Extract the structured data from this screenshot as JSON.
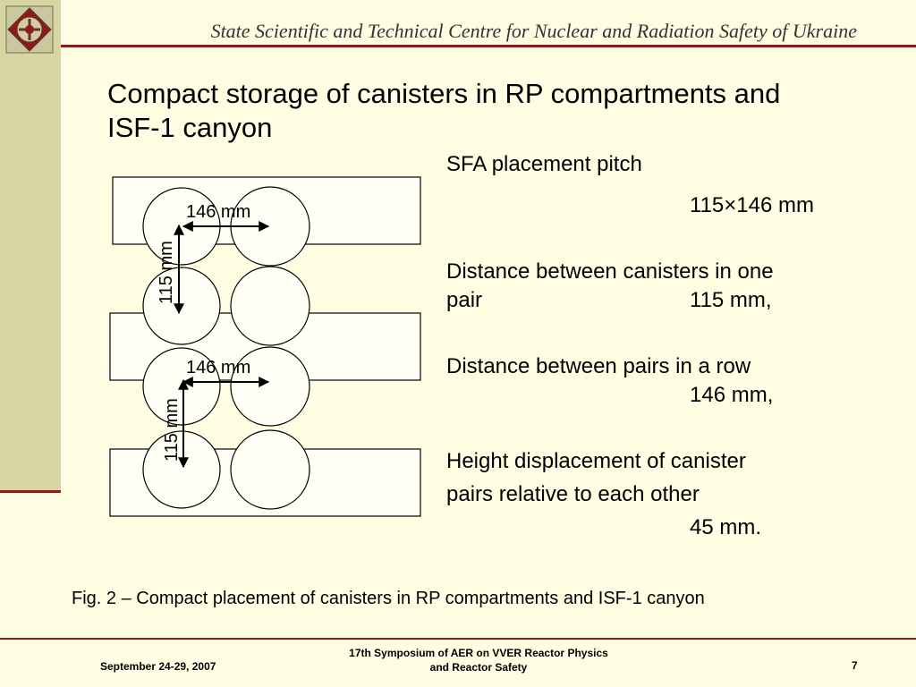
{
  "header": {
    "organization": "State Scientific and Technical Centre for Nuclear and Radiation Safety of Ukraine",
    "logo_icon": "emblem-logo-icon"
  },
  "slide": {
    "title_line1": "Compact storage of canisters in RP compartments and",
    "title_line2": "ISF-1 canyon"
  },
  "diagram": {
    "horizontal_dim_label": "146 mm",
    "vertical_dim_label": "115 mm"
  },
  "info": {
    "pitch_label": "SFA placement pitch",
    "pitch_value": "115×146 mm",
    "pair_distance_line1": "Distance between canisters in one",
    "pair_distance_line2": "pair",
    "pair_distance_value": "115 mm,",
    "row_distance_label": "Distance between pairs in a row",
    "row_distance_value": "146 mm,",
    "height_line1": "Height displacement of canister",
    "height_line2": "pairs relative to each other",
    "height_value": "45 mm."
  },
  "caption": "Fig. 2 – Compact placement of canisters in RP compartments and ISF-1 canyon",
  "footer": {
    "date": "September 24-29, 2007",
    "event_line1": "17th Symposium of AER on VVER Reactor Physics",
    "event_line2": "and Reactor Safety",
    "page_number": "7"
  },
  "colors": {
    "background": "#fffde2",
    "sidebar": "#d6d6a3",
    "accent_rule": "#8a1c1c"
  }
}
